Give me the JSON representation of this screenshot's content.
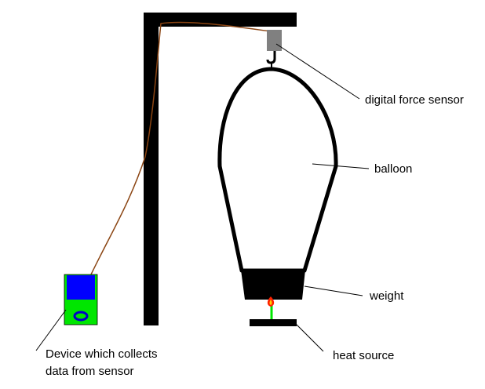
{
  "labels": {
    "sensor": "digital force sensor",
    "balloon": "balloon",
    "weight": "weight",
    "heat": "heat source",
    "device_line1": "Device which collects",
    "device_line2": "data from sensor"
  },
  "colors": {
    "stand": "#000000",
    "wire": "#8b4513",
    "sensor": "#808080",
    "device_body": "#00e600",
    "device_screen": "#0000ff",
    "device_button": "#0000c8",
    "flame_outer": "#ff2000",
    "flame_inner": "#ffd000",
    "wick": "#00e600"
  }
}
